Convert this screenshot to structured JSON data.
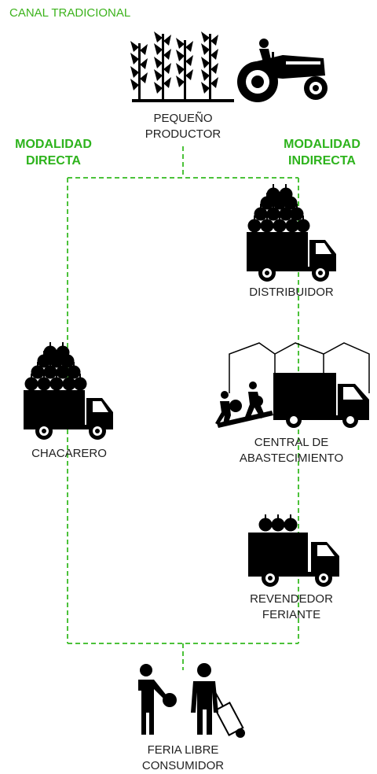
{
  "title": "CANAL TRADICIONAL",
  "modes": {
    "direct_1": "MODALIDAD",
    "direct_2": "DIRECTA",
    "indirect_1": "MODALIDAD",
    "indirect_2": "INDIRECTA"
  },
  "nodes": {
    "producer_1": "PEQUEÑO",
    "producer_2": "PRODUCTOR",
    "distributor": "DISTRIBUIDOR",
    "chacarero": "CHACARERO",
    "central_1": "CENTRAL DE",
    "central_2": "ABASTECIMIENTO",
    "reseller_1": "REVENDEDOR",
    "reseller_2": "FERIANTE",
    "consumer_1": "FERIA LIBRE",
    "consumer_2": "CONSUMIDOR"
  },
  "icons": [
    "corn-field-icon",
    "tractor-icon",
    "fruit-truck-icon",
    "warehouse-icon",
    "porter-icon",
    "person-icon",
    "hand-truck-icon"
  ],
  "colors": {
    "accent": "#3cb31c",
    "line": "#4cc23a",
    "ink": "#000000"
  }
}
